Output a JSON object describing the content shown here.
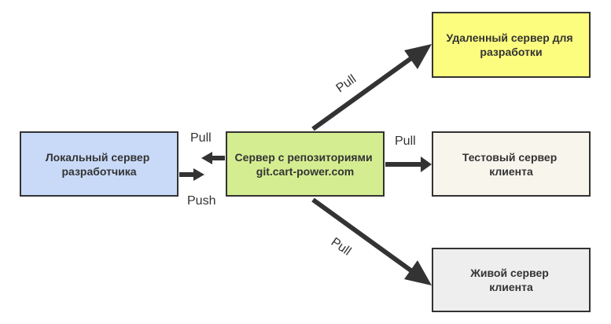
{
  "nodes": {
    "local": {
      "lines": [
        "Локальный сервер",
        "разработчика"
      ],
      "fill": "#c9daf8"
    },
    "repo": {
      "lines": [
        "Сервер с репозиториями",
        "git.cart-power.com"
      ],
      "fill": "#d4ed91"
    },
    "remote_dev": {
      "lines": [
        "Удаленный сервер для",
        "разработки"
      ],
      "fill": "#fcfc7e"
    },
    "client_test": {
      "lines": [
        "Тестовый сервер",
        "клиента"
      ],
      "fill": "#f8f5ec"
    },
    "client_live": {
      "lines": [
        "Живой сервер",
        "клиента"
      ],
      "fill": "#eeeeee"
    }
  },
  "edges": {
    "pull_to_local": {
      "label": "Pull"
    },
    "push_to_repo": {
      "label": "Push"
    },
    "pull_remote_dev": {
      "label": "Pull"
    },
    "pull_client_test": {
      "label": "Pull"
    },
    "pull_client_live": {
      "label": "Pull"
    }
  },
  "colors": {
    "border": "#333333",
    "arrow": "#333333",
    "text": "#333333"
  }
}
